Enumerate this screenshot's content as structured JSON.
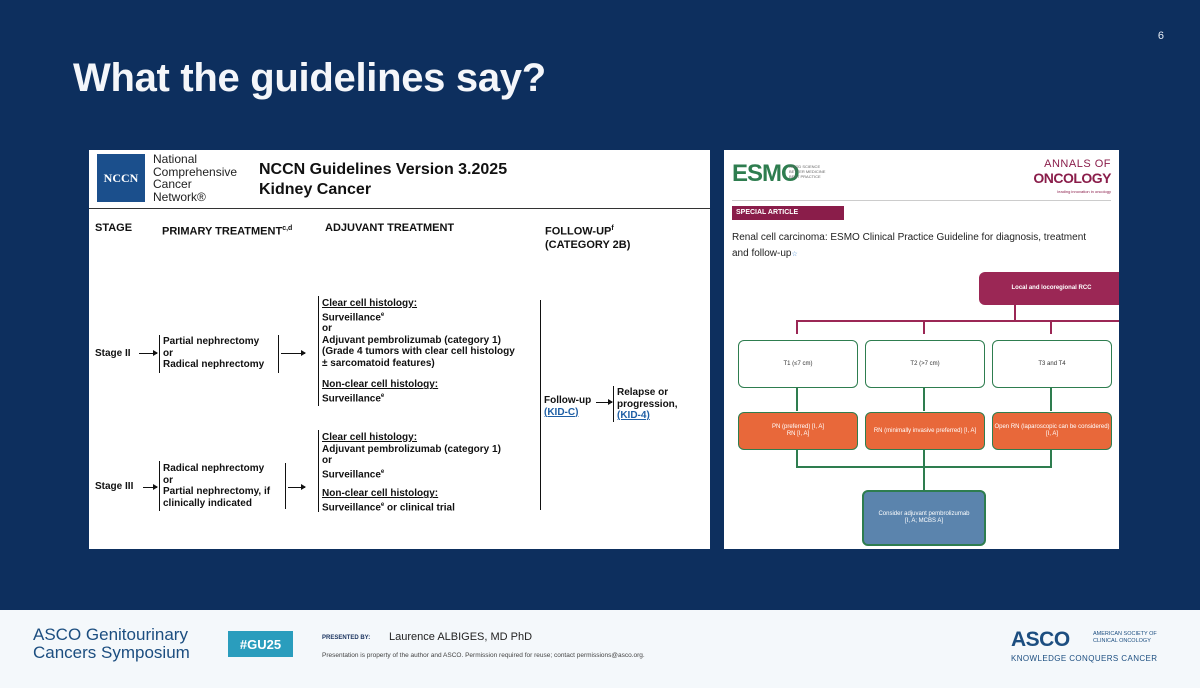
{
  "slide": {
    "number": "6",
    "title": "What the guidelines say?"
  },
  "nccn": {
    "logo": "NCCN",
    "org": [
      "National",
      "Comprehensive",
      "Cancer",
      "Network®"
    ],
    "title_line1": "NCCN Guidelines Version 3.2025",
    "title_line2": "Kidney Cancer",
    "headers": {
      "stage": "STAGE",
      "primary": "PRIMARY TREATMENT",
      "primary_sup": "c,d",
      "adjuvant": "ADJUVANT TREATMENT",
      "followup_1": "FOLLOW-UP",
      "followup_sup": "f",
      "followup_2": "(CATEGORY 2B)"
    },
    "stage2": {
      "label": "Stage II",
      "primary": [
        "Partial nephrectomy",
        "or",
        "Radical nephrectomy"
      ],
      "clear_head": "Clear cell histology:",
      "clear_lines": [
        "Surveillance",
        "or",
        "Adjuvant pembrolizumab (category 1)",
        "(Grade 4 tumors with clear cell histology",
        "± sarcomatoid features)"
      ],
      "nonclear_head": "Non-clear cell histology:",
      "nonclear_line": "Surveillance"
    },
    "stage3": {
      "label": "Stage III",
      "primary": [
        "Radical nephrectomy",
        "or",
        "Partial nephrectomy, if",
        "clinically indicated"
      ],
      "clear_head": "Clear cell histology:",
      "clear_lines": [
        "Adjuvant pembrolizumab (category 1)",
        "or",
        "Surveillance"
      ],
      "nonclear_head": "Non-clear cell histology:",
      "nonclear_line": "Surveillance",
      "nonclear_tail": " or clinical trial"
    },
    "sup_e": "e",
    "followup": {
      "text": "Follow-up",
      "link": "(KID-C)"
    },
    "relapse": {
      "line1": "Relapse or",
      "line2": "progression,",
      "link": "(KID-4)"
    }
  },
  "esmo": {
    "logo": "ESMO",
    "tagline": [
      "GOOD SCIENCE",
      "BETTER MEDICINE",
      "BEST PRACTICE"
    ],
    "annals_1": "ANNALS OF",
    "annals_2": "ONCOLOGY",
    "annals_3": "leading innovation in oncology",
    "special": "SPECIAL ARTICLE",
    "article_title": "Renal cell carcinoma: ESMO Clinical Practice Guideline for diagnosis, treatment and follow-up",
    "flow": {
      "root": "Local and locoregional RCC",
      "t1": "T1 (≤7 cm)",
      "t2": "T2 (>7 cm)",
      "t3": "T3 and T4",
      "o1": "PN (preferred) [I, A]\nRN [I, A]",
      "o2": "RN (minimally invasive preferred) [I, A]",
      "o3": "Open RN (laparoscopic can be considered) [I, A]",
      "adj": "Consider adjuvant pembrolizumab\n[I, A; MCBS A]"
    }
  },
  "footer": {
    "symposium_1": "ASCO Genitourinary",
    "symposium_2": "Cancers Symposium",
    "hashtag": "#GU25",
    "presented_by": "PRESENTED BY:",
    "presenter": "Laurence ALBIGES, MD PhD",
    "disclaimer": "Presentation is property of the author and ASCO. Permission required for reuse; contact permissions@asco.org.",
    "asco": "ASCO",
    "asco_sub": [
      "AMERICAN SOCIETY OF",
      "CLINICAL ONCOLOGY"
    ],
    "asco_tagline": "KNOWLEDGE CONQUERS CANCER"
  }
}
